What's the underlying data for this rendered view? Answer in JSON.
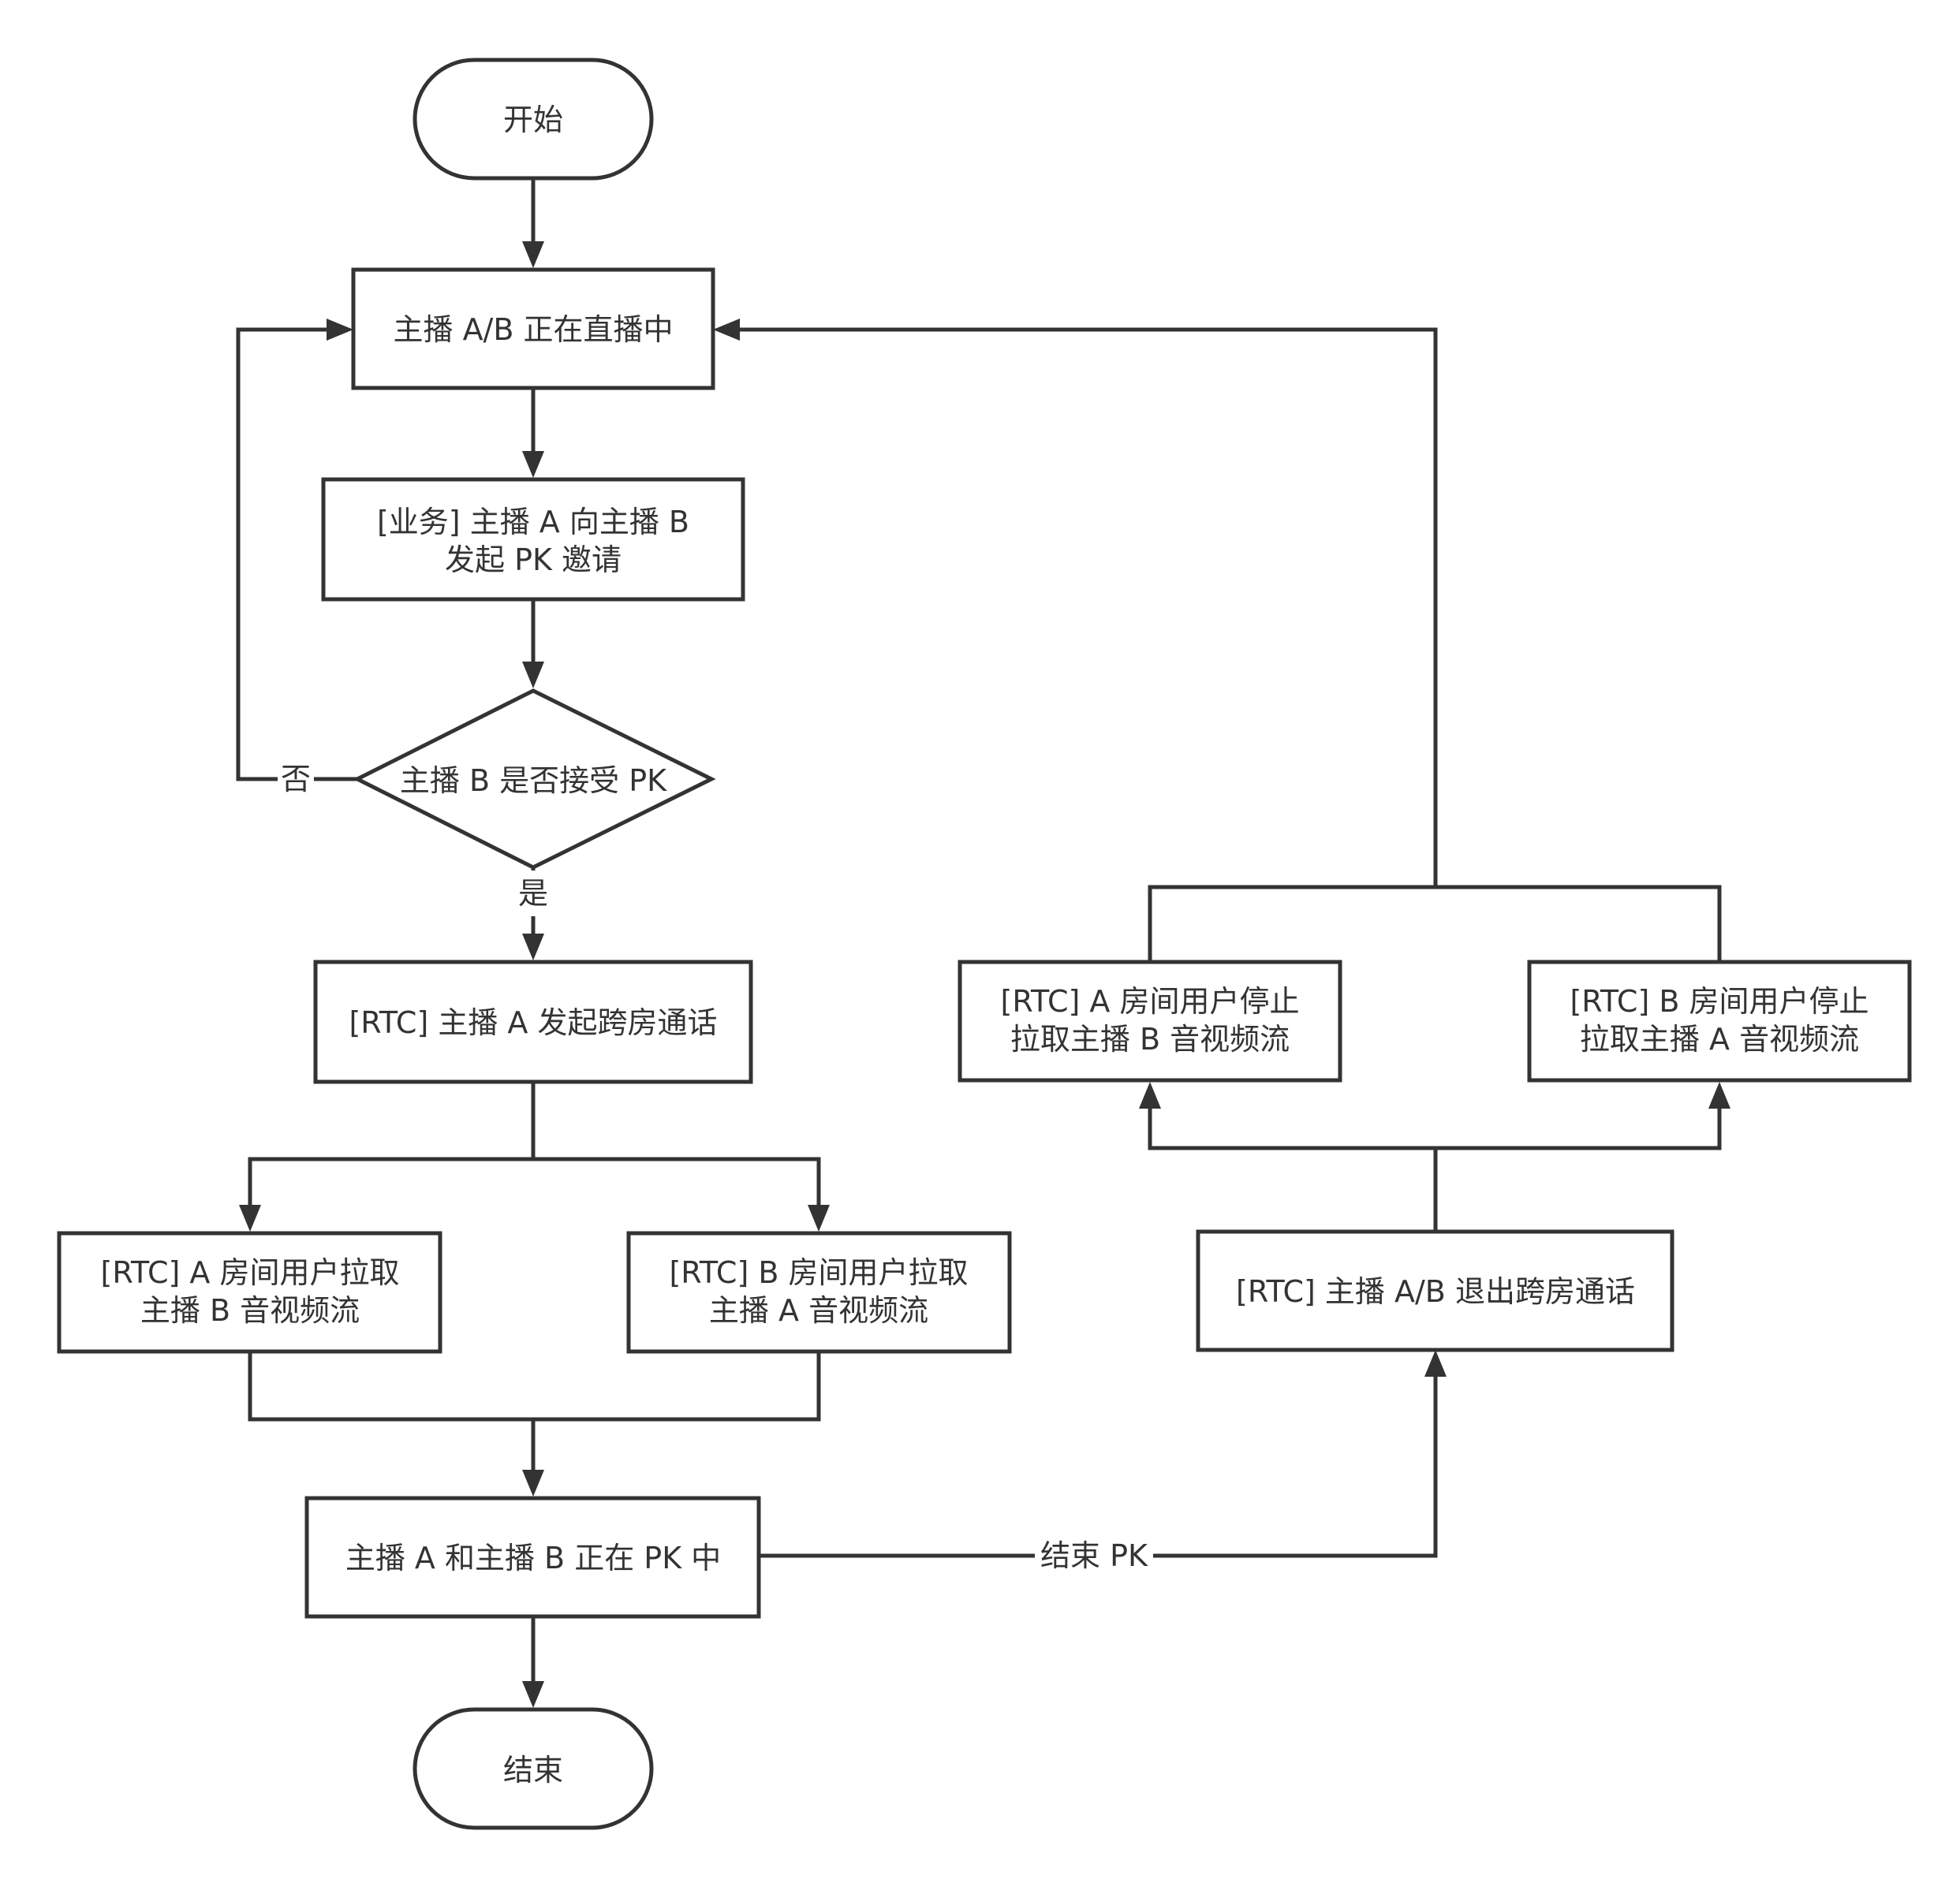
{
  "colors": {
    "stroke": "#333333",
    "fill": "#ffffff",
    "text": "#333333"
  },
  "nodes": {
    "start": {
      "lines": [
        "开始"
      ]
    },
    "live": {
      "lines": [
        "主播 A/B 正在直播中"
      ]
    },
    "invite": {
      "lines": [
        "[业务] 主播 A 向主播 B",
        "发起 PK 邀请"
      ]
    },
    "decision": {
      "lines": [
        "主播 B 是否接受 PK"
      ]
    },
    "rtc_call": {
      "lines": [
        "[RTC] 主播 A 发起跨房通话"
      ]
    },
    "a_pull": {
      "lines": [
        "[RTC] A 房间用户拉取",
        "主播 B 音视频流"
      ]
    },
    "b_pull": {
      "lines": [
        "[RTC] B 房间用户拉取",
        "主播 A 音视频流"
      ]
    },
    "in_pk": {
      "lines": [
        "主播 A 和主播 B 正在 PK 中"
      ]
    },
    "end": {
      "lines": [
        "结束"
      ]
    },
    "exit_call": {
      "lines": [
        "[RTC] 主播 A/B 退出跨房通话"
      ]
    },
    "a_stop": {
      "lines": [
        "[RTC] A 房间用户停止",
        "拉取主播 B 音视频流"
      ]
    },
    "b_stop": {
      "lines": [
        "[RTC] B 房间用户停止",
        "拉取主播 A 音视频流"
      ]
    }
  },
  "edge_labels": {
    "no": "否",
    "yes": "是",
    "end_pk": "结束 PK"
  }
}
